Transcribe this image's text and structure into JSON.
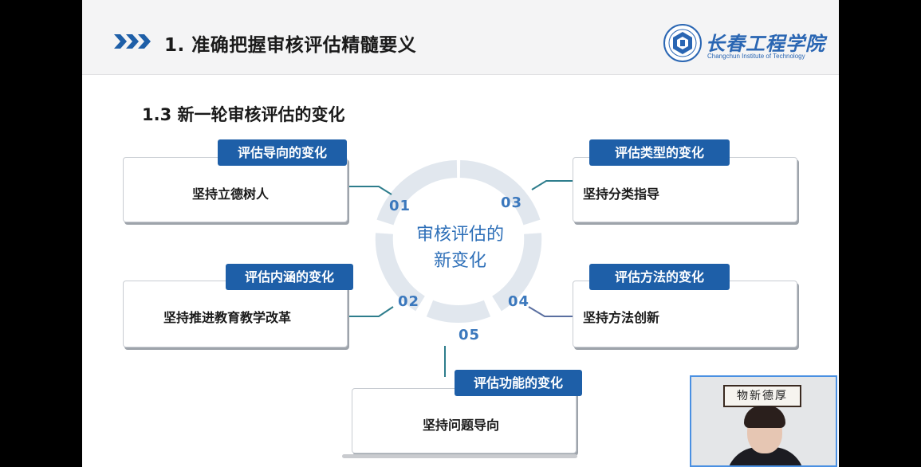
{
  "header": {
    "title": "1. 准确把握审核评估精髓要义",
    "logo_name": "长春工程学院",
    "logo_subtitle": "Changchun Institute of Technology"
  },
  "section_title": "1.3 新一轮审核评估的变化",
  "center": {
    "line1": "审核评估的",
    "line2": "新变化"
  },
  "items": [
    {
      "number": "01",
      "tag": "评估导向的变化",
      "text": "坚持立德树人"
    },
    {
      "number": "02",
      "tag": "评估内涵的变化",
      "text": "坚持推进教育教学改革"
    },
    {
      "number": "03",
      "tag": "评估类型的变化",
      "text": "坚持分类指导"
    },
    {
      "number": "04",
      "tag": "评估方法的变化",
      "text": "坚持方法创新"
    },
    {
      "number": "05",
      "tag": "评估功能的变化",
      "text": "坚持问题导向"
    }
  ],
  "video": {
    "calligraphy": "物新德厚"
  },
  "colors": {
    "accent_blue": "#1e5fa8",
    "ring_gray": "#e1e7ee",
    "connector": "#2e7d8c"
  }
}
